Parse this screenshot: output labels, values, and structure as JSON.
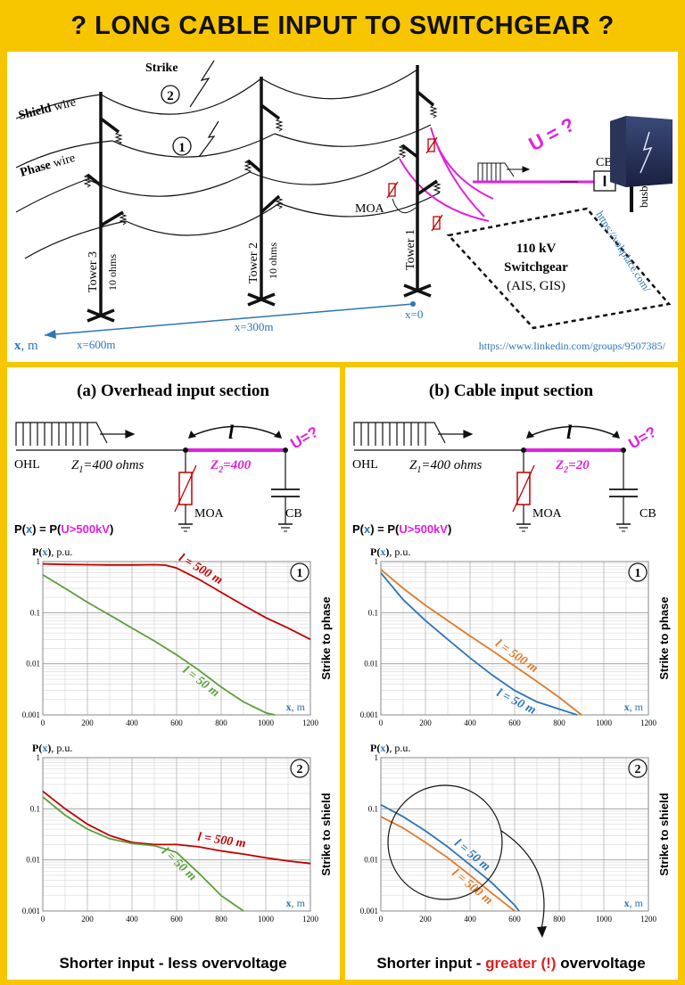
{
  "title": "? LONG CABLE INPUT TO SWITCHGEAR ?",
  "diagram": {
    "strike_label": "Strike",
    "strike_1": "1",
    "strike_2": "2",
    "shield_bold": "Shield",
    "shield_rest": " wire",
    "phase_bold": "Phase",
    "phase_rest": " wire",
    "tower1": "Tower 1",
    "tower2": "Tower 2",
    "tower3": "Tower 3",
    "ohms2": "10 ohms",
    "ohms3": "10 ohms",
    "moa": "MOA",
    "u_question": "U = ?",
    "cb": "CB",
    "busbars": "busbars",
    "switchgear_kv": "110 kV",
    "switchgear_name": "Switchgear",
    "switchgear_type": "(AIS, GIS)",
    "website": "https://voltplace.com/",
    "x0": "x=0",
    "x300": "x=300m",
    "x600": "x=600m",
    "x_axis": "x",
    "x_unit": ", m",
    "linkedin": "https://www.linkedin.com/groups/9507385/"
  },
  "panel_a": {
    "heading": "(a) Overhead input section",
    "ohl": "OHL",
    "z1": "Z",
    "z1_sub": "1",
    "z1_rest": "=400 ohms",
    "z2": "Z",
    "z2_sub": "2",
    "z2_rest": "=400",
    "l": "l",
    "u": "U=?",
    "moa": "MOA",
    "cb": "CB",
    "footer": "Shorter input - less overvoltage"
  },
  "panel_b": {
    "heading": "(b) Cable input section",
    "ohl": "OHL",
    "z1": "Z",
    "z1_sub": "1",
    "z1_rest": "=400 ohms",
    "z2": "Z",
    "z2_sub": "2",
    "z2_rest": "=20",
    "l": "l",
    "u": "U=?",
    "moa": "MOA",
    "cb": "CB",
    "footer_a": "Shorter input - ",
    "footer_b": "greater (!)",
    "footer_c": " overvoltage"
  },
  "prob_def": {
    "p": "P(",
    "x": "x",
    "mid": ") = P(",
    "cond": "U>500kV",
    "end": ")"
  },
  "colors": {
    "magenta": "#e020e0",
    "red_curve": "#c00000",
    "green_curve": "#5a9e3a",
    "blue_curve": "#2e75b6",
    "orange_curve": "#e07b2a",
    "title_bg": "#f7c600"
  },
  "chart_data": [
    {
      "type": "line",
      "panel": "a",
      "case": "1",
      "side_label": "Strike to phase",
      "ylabel": "P(x), p.u.",
      "xlabel": "x, m",
      "yscale": "log",
      "ylim": [
        0.001,
        1
      ],
      "xlim": [
        0,
        1200
      ],
      "xticks": [
        "0",
        "200",
        "400",
        "600",
        "800",
        "1000",
        "1200"
      ],
      "yticks": [
        "0.001",
        "0.01",
        "0.1",
        "1"
      ],
      "series": [
        {
          "name": "l = 500 m",
          "color": "#c00000",
          "x": [
            0,
            100,
            200,
            300,
            400,
            500,
            550,
            600,
            700,
            800,
            900,
            1000,
            1100,
            1200
          ],
          "y": [
            0.9,
            0.88,
            0.87,
            0.86,
            0.86,
            0.87,
            0.85,
            0.75,
            0.45,
            0.25,
            0.14,
            0.08,
            0.05,
            0.03
          ]
        },
        {
          "name": "l = 50 m",
          "color": "#5a9e3a",
          "x": [
            0,
            100,
            200,
            300,
            400,
            500,
            600,
            700,
            800,
            900,
            1000,
            1040
          ],
          "y": [
            0.55,
            0.3,
            0.16,
            0.09,
            0.05,
            0.028,
            0.015,
            0.0075,
            0.0035,
            0.0018,
            0.0011,
            0.001
          ]
        }
      ]
    },
    {
      "type": "line",
      "panel": "a",
      "case": "2",
      "side_label": "Strike to shield",
      "ylabel": "P(x), p.u.",
      "xlabel": "x, m",
      "yscale": "log",
      "ylim": [
        0.001,
        1
      ],
      "xlim": [
        0,
        1200
      ],
      "xticks": [
        "0",
        "200",
        "400",
        "600",
        "800",
        "1000",
        "1200"
      ],
      "yticks": [
        "0.001",
        "0.01",
        "0.1",
        "1"
      ],
      "series": [
        {
          "name": "l = 500 m",
          "color": "#c00000",
          "x": [
            0,
            100,
            200,
            300,
            400,
            500,
            600,
            700,
            800,
            900,
            1000,
            1100,
            1200
          ],
          "y": [
            0.22,
            0.1,
            0.05,
            0.03,
            0.022,
            0.02,
            0.02,
            0.018,
            0.015,
            0.013,
            0.011,
            0.0095,
            0.0085
          ]
        },
        {
          "name": "l = 50 m",
          "color": "#5a9e3a",
          "x": [
            0,
            100,
            200,
            300,
            400,
            500,
            600,
            700,
            800,
            900
          ],
          "y": [
            0.17,
            0.075,
            0.04,
            0.026,
            0.021,
            0.019,
            0.014,
            0.0055,
            0.002,
            0.001
          ]
        }
      ]
    },
    {
      "type": "line",
      "panel": "b",
      "case": "1",
      "side_label": "Strike to phase",
      "ylabel": "P(x), p.u.",
      "xlabel": "x, m",
      "yscale": "log",
      "ylim": [
        0.001,
        1
      ],
      "xlim": [
        0,
        1200
      ],
      "xticks": [
        "0",
        "200",
        "400",
        "600",
        "800",
        "1000",
        "1200"
      ],
      "yticks": [
        "0.001",
        "0.01",
        "0.1",
        "1"
      ],
      "series": [
        {
          "name": "l = 500 m",
          "color": "#e07b2a",
          "x": [
            0,
            100,
            200,
            300,
            400,
            500,
            600,
            700,
            800,
            900
          ],
          "y": [
            0.7,
            0.3,
            0.14,
            0.07,
            0.035,
            0.018,
            0.009,
            0.0045,
            0.0022,
            0.001
          ]
        },
        {
          "name": "l = 50 m",
          "color": "#2e75b6",
          "x": [
            0,
            100,
            200,
            300,
            400,
            500,
            600,
            700,
            800,
            880
          ],
          "y": [
            0.6,
            0.18,
            0.07,
            0.03,
            0.013,
            0.006,
            0.003,
            0.0018,
            0.0013,
            0.001
          ]
        }
      ]
    },
    {
      "type": "line",
      "panel": "b",
      "case": "2",
      "side_label": "Strike to shield",
      "ylabel": "P(x), p.u.",
      "xlabel": "x, m",
      "yscale": "log",
      "ylim": [
        0.001,
        1
      ],
      "xlim": [
        0,
        1200
      ],
      "xticks": [
        "0",
        "200",
        "400",
        "600",
        "800",
        "1000",
        "1200"
      ],
      "yticks": [
        "0.001",
        "0.01",
        "0.1",
        "1"
      ],
      "series": [
        {
          "name": "l = 50 m",
          "color": "#2e75b6",
          "x": [
            0,
            100,
            200,
            300,
            400,
            500,
            600,
            620
          ],
          "y": [
            0.12,
            0.07,
            0.037,
            0.018,
            0.008,
            0.0035,
            0.0013,
            0.001
          ]
        },
        {
          "name": "l = 500 m",
          "color": "#e07b2a",
          "x": [
            0,
            100,
            200,
            300,
            400,
            500,
            600
          ],
          "y": [
            0.07,
            0.042,
            0.022,
            0.011,
            0.005,
            0.0022,
            0.001
          ]
        }
      ]
    }
  ]
}
